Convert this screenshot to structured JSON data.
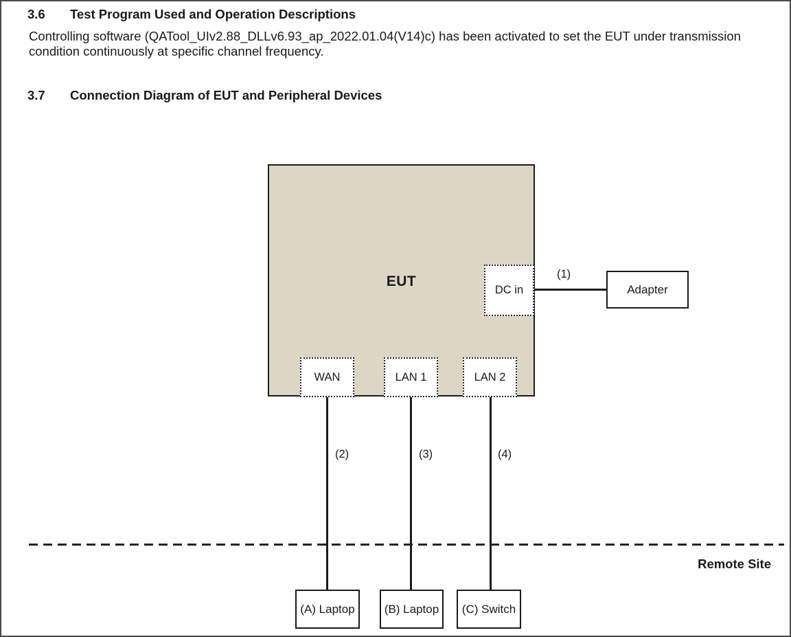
{
  "document": {
    "sections": [
      {
        "number": "3.6",
        "title": "Test Program Used and Operation Descriptions",
        "body": "Controlling software (QATool_UIv2.88_DLLv6.93_ap_2022.01.04(V14)c) has been activated to set the EUT under transmission condition continuously at specific channel frequency."
      },
      {
        "number": "3.7",
        "title": "Connection Diagram of EUT and Peripheral Devices"
      }
    ]
  },
  "diagram": {
    "eut_label": "EUT",
    "ports": [
      {
        "id": "dc-in",
        "label": "DC in"
      },
      {
        "id": "wan",
        "label": "WAN"
      },
      {
        "id": "lan1",
        "label": "LAN 1"
      },
      {
        "id": "lan2",
        "label": "LAN 2"
      }
    ],
    "peripherals": [
      {
        "id": "adapter",
        "label": "Adapter"
      },
      {
        "id": "laptop-a",
        "label": "(A) Laptop"
      },
      {
        "id": "laptop-b",
        "label": "(B) Laptop"
      },
      {
        "id": "switch-c",
        "label": "(C) Switch"
      }
    ],
    "connection_labels": [
      "(1)",
      "(2)",
      "(3)",
      "(4)"
    ],
    "remote_site_label": "Remote Site",
    "colors": {
      "eut_fill": "#ddd6c5",
      "line": "#1a1a1a"
    }
  }
}
